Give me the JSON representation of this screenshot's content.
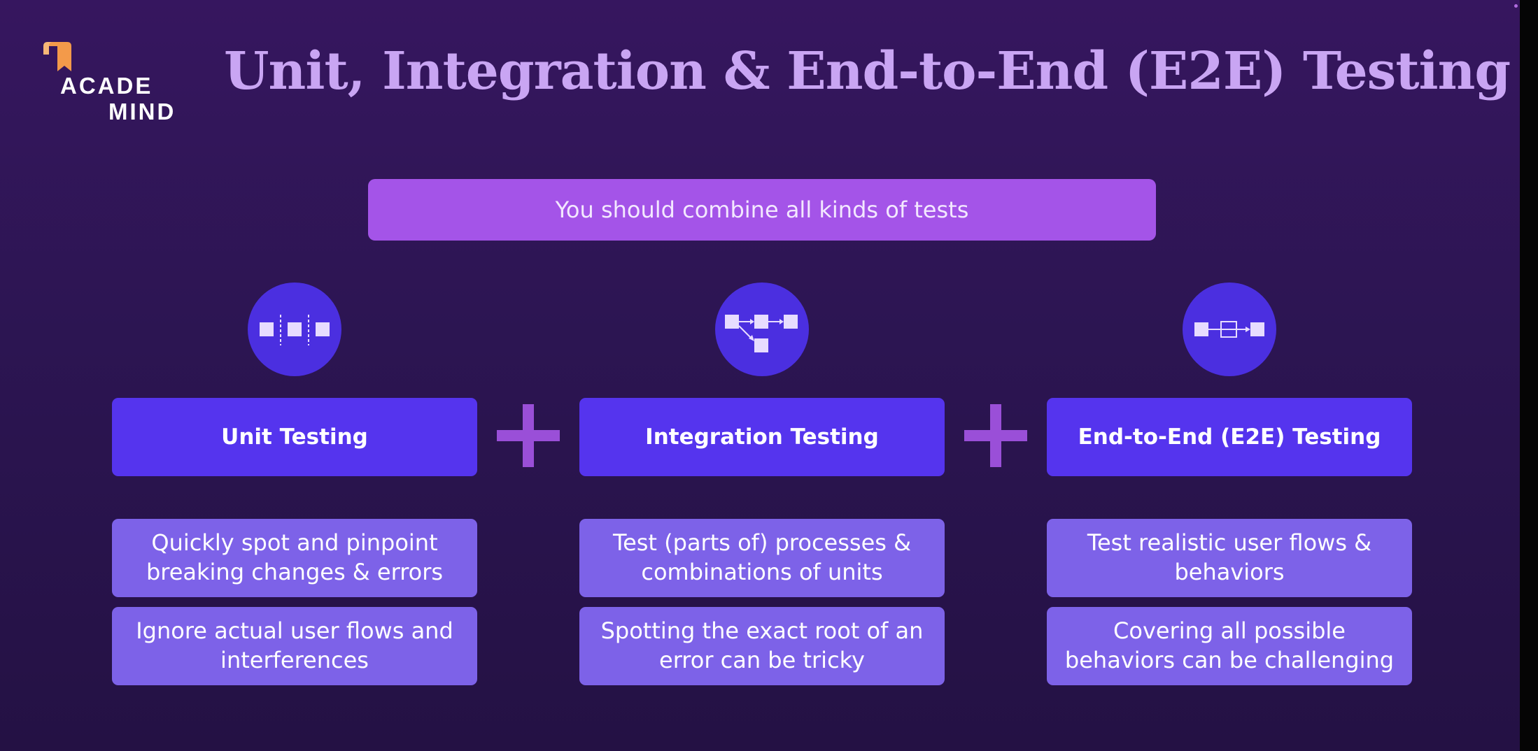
{
  "logo": {
    "line1": "ACADE",
    "line2": "MIND",
    "bookmark_color": "#f39a4a"
  },
  "title": "Unit, Integration & End-to-End (E2E) Testing",
  "banner": "You should combine all kinds of tests",
  "columns": [
    {
      "icon": "isolated-units-icon",
      "heading": "Unit Testing",
      "pro": "Quickly spot and pinpoint breaking changes & errors",
      "con": "Ignore actual user flows and interferences"
    },
    {
      "icon": "connected-units-icon",
      "heading": "Integration Testing",
      "pro": "Test (parts of) processes & combinations of units",
      "con": "Spotting the exact root of an error can be tricky"
    },
    {
      "icon": "end-to-end-flow-icon",
      "heading": "End-to-End (E2E) Testing",
      "pro": "Test realistic user flows & behaviors",
      "con": "Covering all possible behaviors can be challenging"
    }
  ],
  "colors": {
    "title": "#c9a5f3",
    "banner": "#a454e8",
    "icon_circle": "#4b2fe0",
    "heading_box": "#5534ee",
    "description_box": "#7d62e8",
    "plus": "#9a4fd8"
  }
}
